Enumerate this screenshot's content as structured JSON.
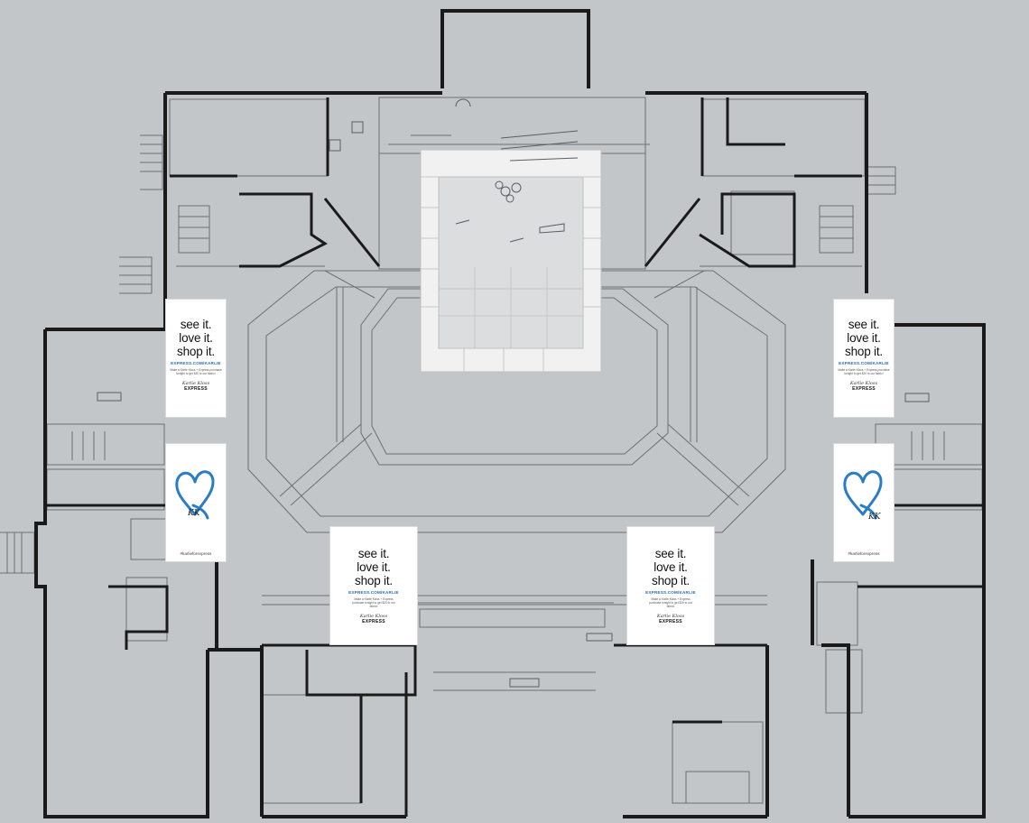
{
  "banner": {
    "line1": "see it.",
    "line2": "love it.",
    "line3": "shop it.",
    "url": "EXPRESS.COM/KARLIE",
    "fine_print": "Make a Karlie Kloss + Express purchase tonight to get $20 to our fabric!",
    "signature": "Karlie Kloss",
    "brand": "EXPRESS"
  },
  "heart_banner": {
    "initials": "KK",
    "hashtag": "#karlieforexpress"
  },
  "colors": {
    "background": "#c3c6c9",
    "wall": "#1a1a1a",
    "fixture": "#5a5e62",
    "stage": "#f1f1f1",
    "heart": "#2a7cc7"
  }
}
